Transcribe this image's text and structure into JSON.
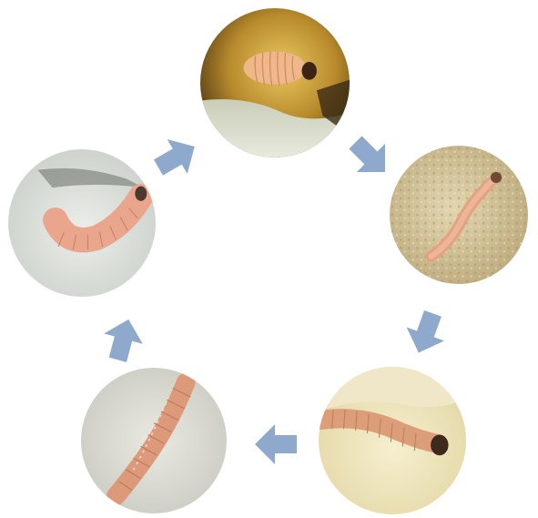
{
  "diagram": {
    "type": "cycle",
    "stages": [
      {
        "id": "stage-1",
        "icon": "larva-in-seed-photo"
      },
      {
        "id": "stage-2",
        "icon": "larva-on-textured-surface-photo"
      },
      {
        "id": "stage-3",
        "icon": "larva-on-seed-flesh-photo"
      },
      {
        "id": "stage-4",
        "icon": "larva-on-grey-surface-photo"
      },
      {
        "id": "stage-5",
        "icon": "larva-curled-photo"
      }
    ],
    "arrow_color": "#8fa9cc",
    "arrows": [
      {
        "from": "stage-1",
        "to": "stage-2"
      },
      {
        "from": "stage-2",
        "to": "stage-3"
      },
      {
        "from": "stage-3",
        "to": "stage-4"
      },
      {
        "from": "stage-4",
        "to": "stage-5"
      },
      {
        "from": "stage-5",
        "to": "stage-1"
      }
    ]
  }
}
